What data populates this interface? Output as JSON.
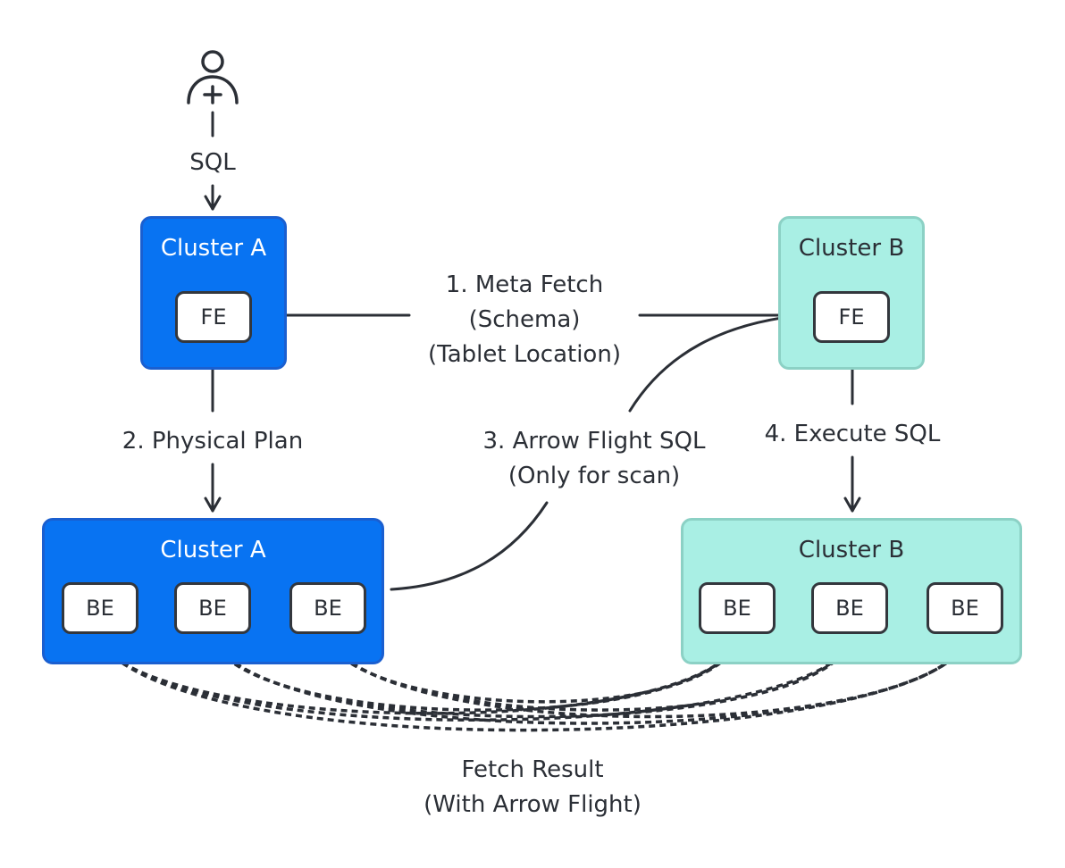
{
  "user": {
    "icon": "user-add-icon"
  },
  "labels": {
    "sql": "SQL",
    "meta_fetch": [
      "1. Meta Fetch",
      "(Schema)",
      "(Tablet Location)"
    ],
    "physical_plan": "2. Physical Plan",
    "arrow_flight_sql": [
      "3. Arrow Flight SQL",
      "(Only for scan)"
    ],
    "execute_sql": "4. Execute SQL",
    "fetch_result": [
      "Fetch Result",
      "(With Arrow Flight)"
    ]
  },
  "clusters": {
    "a_fe": {
      "title": "Cluster A",
      "nodes": [
        "FE"
      ]
    },
    "b_fe": {
      "title": "Cluster B",
      "nodes": [
        "FE"
      ]
    },
    "a_be": {
      "title": "Cluster A",
      "nodes": [
        "BE",
        "BE",
        "BE"
      ]
    },
    "b_be": {
      "title": "Cluster B",
      "nodes": [
        "BE",
        "BE",
        "BE"
      ]
    }
  },
  "colors": {
    "cluster_a_fill": "#0873f2",
    "cluster_b_fill": "#a9efe4",
    "line": "#2b2f36"
  }
}
